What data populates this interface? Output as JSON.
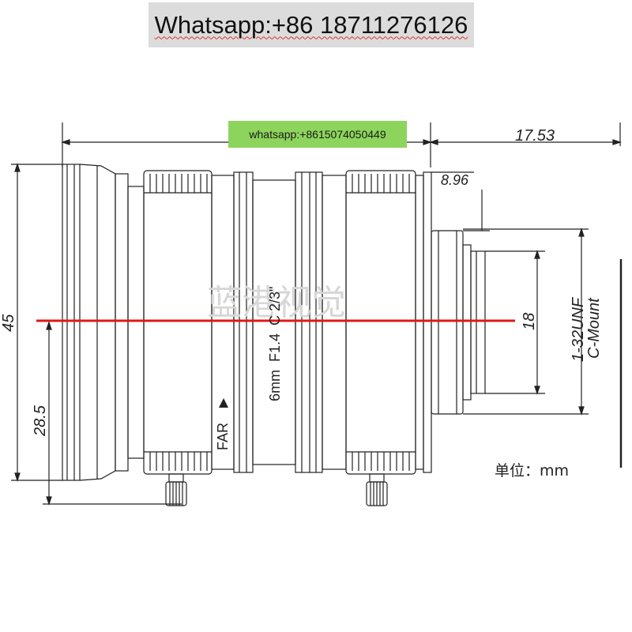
{
  "banner": {
    "text": "Whatsapp:+86 18711276126"
  },
  "tag": {
    "text": "whatsapp:+8615074050449"
  },
  "dimensions": {
    "top_right": "17.53",
    "flange": "8.96",
    "height_left": "45",
    "lower_left": "28.5",
    "thread_dia": "18",
    "thread_spec": "1-32UNF",
    "mount": "C-Mount"
  },
  "lens": {
    "spec": "6mm  F1.4  C 2/3\"",
    "far_label": "FAR"
  },
  "watermark": "蓝港视觉",
  "unit_label": "单位：mm",
  "colors": {
    "axis": "#e01818",
    "outline": "#222222",
    "banner": "#dcdcdc",
    "tag": "#8dd45c"
  }
}
